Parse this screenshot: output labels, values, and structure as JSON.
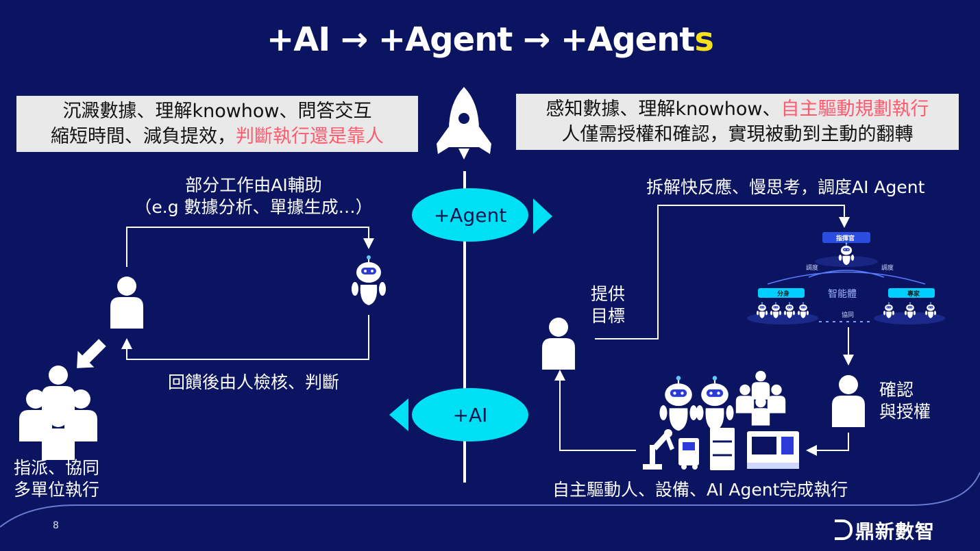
{
  "title": {
    "main": "+AI → +Agent → +Agent",
    "accent": "s"
  },
  "left_box": {
    "line1": "沉澱數據、理解knowhow、問答交互",
    "line2_plain": "縮短時間、減負提效，",
    "line2_red": "判斷執行還是靠人"
  },
  "right_box": {
    "line1_plain": "感知數據、理解knowhow、",
    "line1_red": "自主驅動規劃執行",
    "line2": "人僅需授權和確認，實現被動到主動的翻轉"
  },
  "left": {
    "top_label_1": "部分工作由AI輔助",
    "top_label_2": "（e.g 數據分析、單據生成…）",
    "bottom_label": "回饋後由人檢核、判斷",
    "team_label_1": "指派、協同",
    "team_label_2": "多單位執行"
  },
  "center": {
    "agent_label": "+Agent",
    "ai_label": "+AI"
  },
  "right": {
    "top_label": "拆解快反應、慢思考，調度AI Agent",
    "goal_label_1": "提供",
    "goal_label_2": "目標",
    "confirm_label_1": "確認",
    "confirm_label_2": "與授權",
    "bottom_label": "自主驅動人、設備、AI Agent完成執行",
    "hierarchy": {
      "commander": "指揮官",
      "dispatch_left": "調度",
      "dispatch_right": "調度",
      "avatar": "分身",
      "center": "智能體",
      "expert": "專家",
      "collab": "協同"
    }
  },
  "footer": {
    "page": "8",
    "brand": "鼎新數智"
  },
  "colors": {
    "background": "#0a1460",
    "cyan": "#00e0f5",
    "accent_yellow": "#f5e21b",
    "red": "#ff5a6e",
    "box": "#e9e9e9"
  }
}
